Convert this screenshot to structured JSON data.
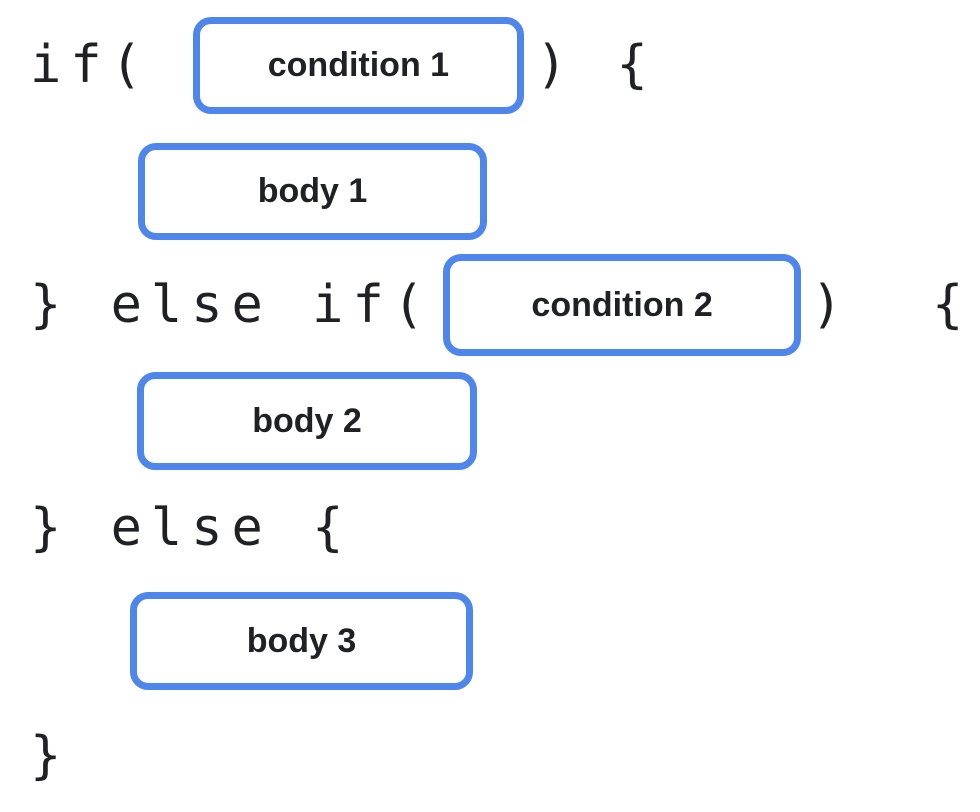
{
  "colors": {
    "accent_blue": "#4f86ec",
    "text": "#202124",
    "background": "#ffffff"
  },
  "code": {
    "line1_prefix": "if(",
    "line1_suffix": ") {",
    "line2_prefix": "} else if(",
    "line2_suffix": ")  {",
    "line3": "} else {",
    "line4": "}"
  },
  "placeholders": {
    "condition1": "condition 1",
    "body1": "body 1",
    "condition2": "condition 2",
    "body2": "body 2",
    "body3": "body 3"
  }
}
